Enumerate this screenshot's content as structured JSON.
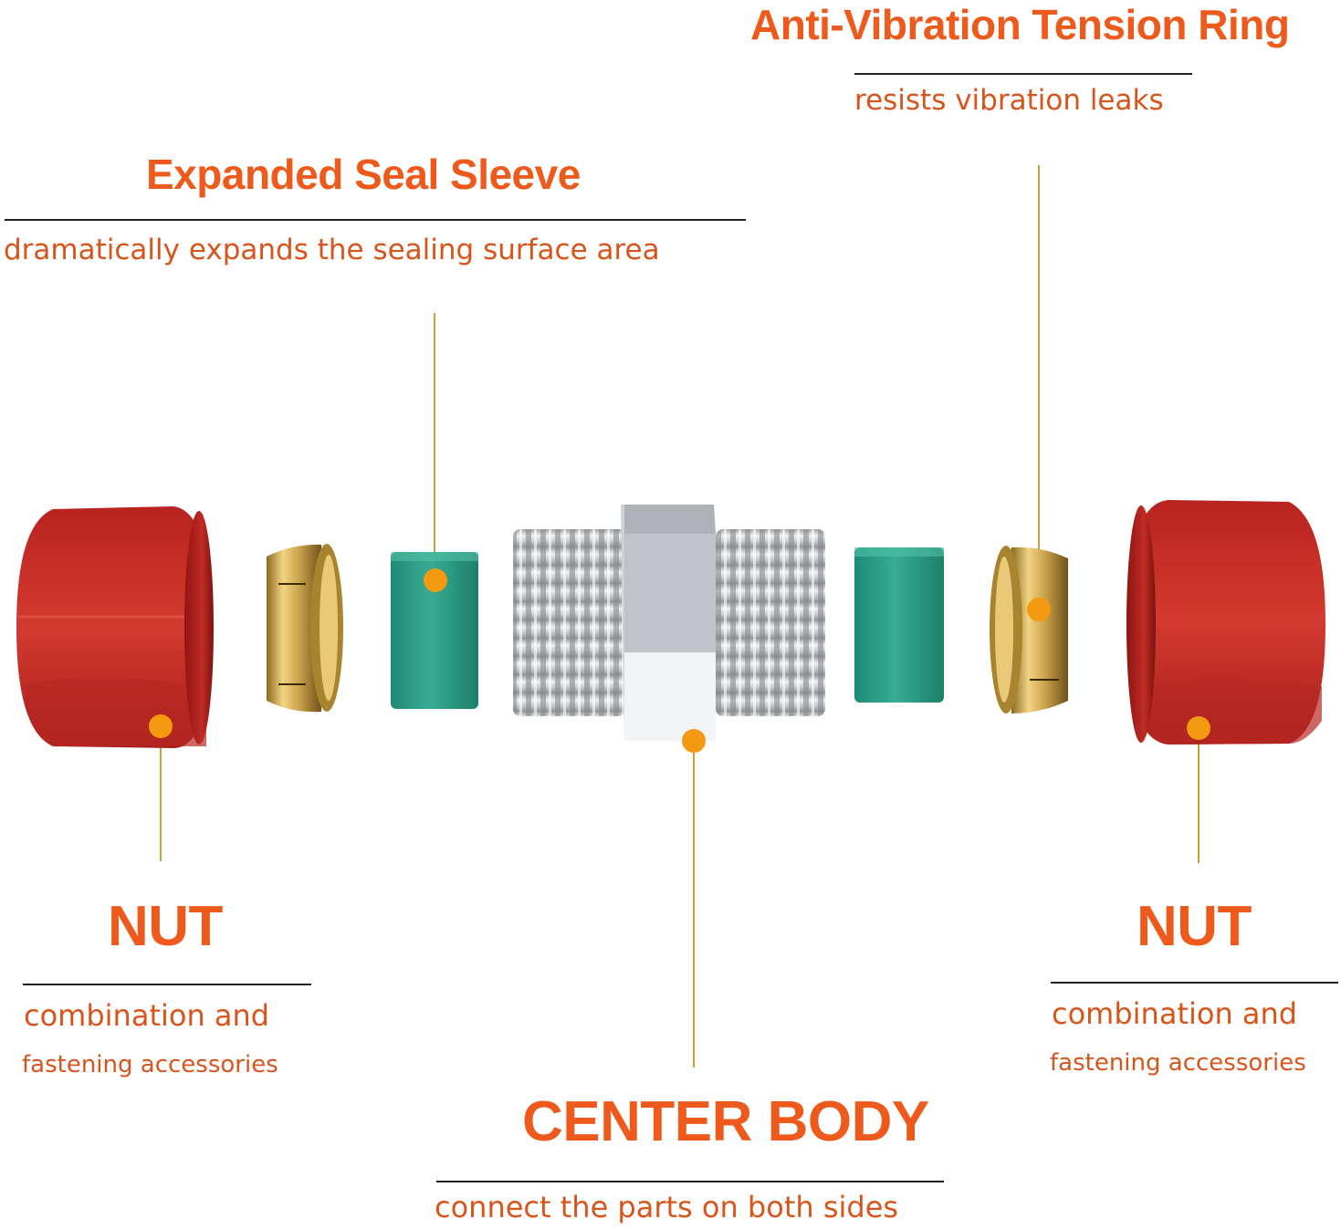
{
  "labels": {
    "tension_ring": {
      "title": "Anti-Vibration Tension Ring",
      "desc": "resists vibration leaks"
    },
    "seal_sleeve": {
      "title": "Expanded Seal Sleeve",
      "desc": "dramatically expands the sealing surface area"
    },
    "nut_left": {
      "title": "NUT",
      "desc_line1": "combination and",
      "desc_line2": "fastening accessories"
    },
    "nut_right": {
      "title": "NUT",
      "desc_line1": "combination and",
      "desc_line2": "fastening accessories"
    },
    "center_body": {
      "title": "CENTER BODY",
      "desc": "connect the parts on both sides"
    }
  },
  "colors": {
    "label_orange": "#ee5a1b",
    "marker_orange": "#f39a12",
    "leader_gold": "#c9a23a",
    "nut_red": "#c42a25",
    "brass": "#c9a14a",
    "sleeve_green": "#2e9e86",
    "steel": "#c7c9cc"
  }
}
